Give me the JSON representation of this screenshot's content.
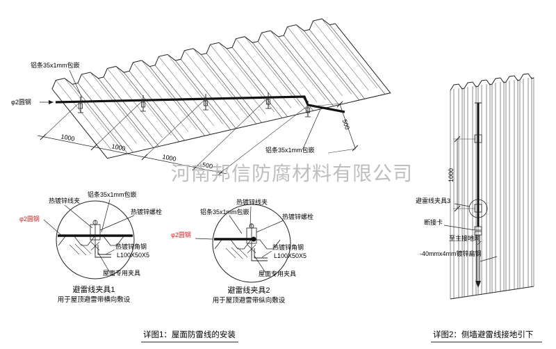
{
  "watermark": {
    "text": "河南邦信防腐材料有限公司"
  },
  "roof": {
    "strip_label_top": "铝条35x1mm包嵌",
    "strip_label_right": "铝条35x1mm包嵌",
    "round_steel_label": "φ2圆钢",
    "dims": [
      "1000",
      "1000",
      "1000",
      "500"
    ],
    "dim_right": "500"
  },
  "detail1": {
    "title": "避雷线夹具1",
    "subtitle": "用于屋顶避雷带横向敷设",
    "labels": {
      "wire_clamp": "热镀锌线夹",
      "strip": "铝条35x1mm包嵌",
      "bolt": "热镀锌螺栓",
      "round_steel": "φ2圆钢",
      "angle_steel": "热镀锌角钢",
      "angle_spec": "L100X50X5",
      "fixture": "屋面专用夹具"
    }
  },
  "detail2": {
    "title": "避雷线夹具2",
    "subtitle": "用于屋顶避雷带纵向敷设",
    "labels": {
      "wire_clamp": "热镀锌线夹",
      "strip": "铝条35x1mm包嵌",
      "bolt": "热镀锌螺栓",
      "round_steel": "φ2圆钢",
      "angle_steel": "热镀锌角钢",
      "angle_spec": "L100X50X5",
      "fixture": "屋面专用夹具"
    }
  },
  "wall": {
    "dim": "1000",
    "labels": {
      "clamp3": "避雷线夹具3",
      "disconnect": "断接卡",
      "to_ground": "至主接地网",
      "flat_steel": "-40mmx4mm镀锌扁钢"
    }
  },
  "captions": {
    "detail1": "详图1：屋面防雷线的安装",
    "detail2": "详图2：侧墙避雷线接地引下"
  },
  "colors": {
    "ink": "#1f1f1f",
    "red": "#cc2222",
    "watermark": "#b8b8b8"
  }
}
